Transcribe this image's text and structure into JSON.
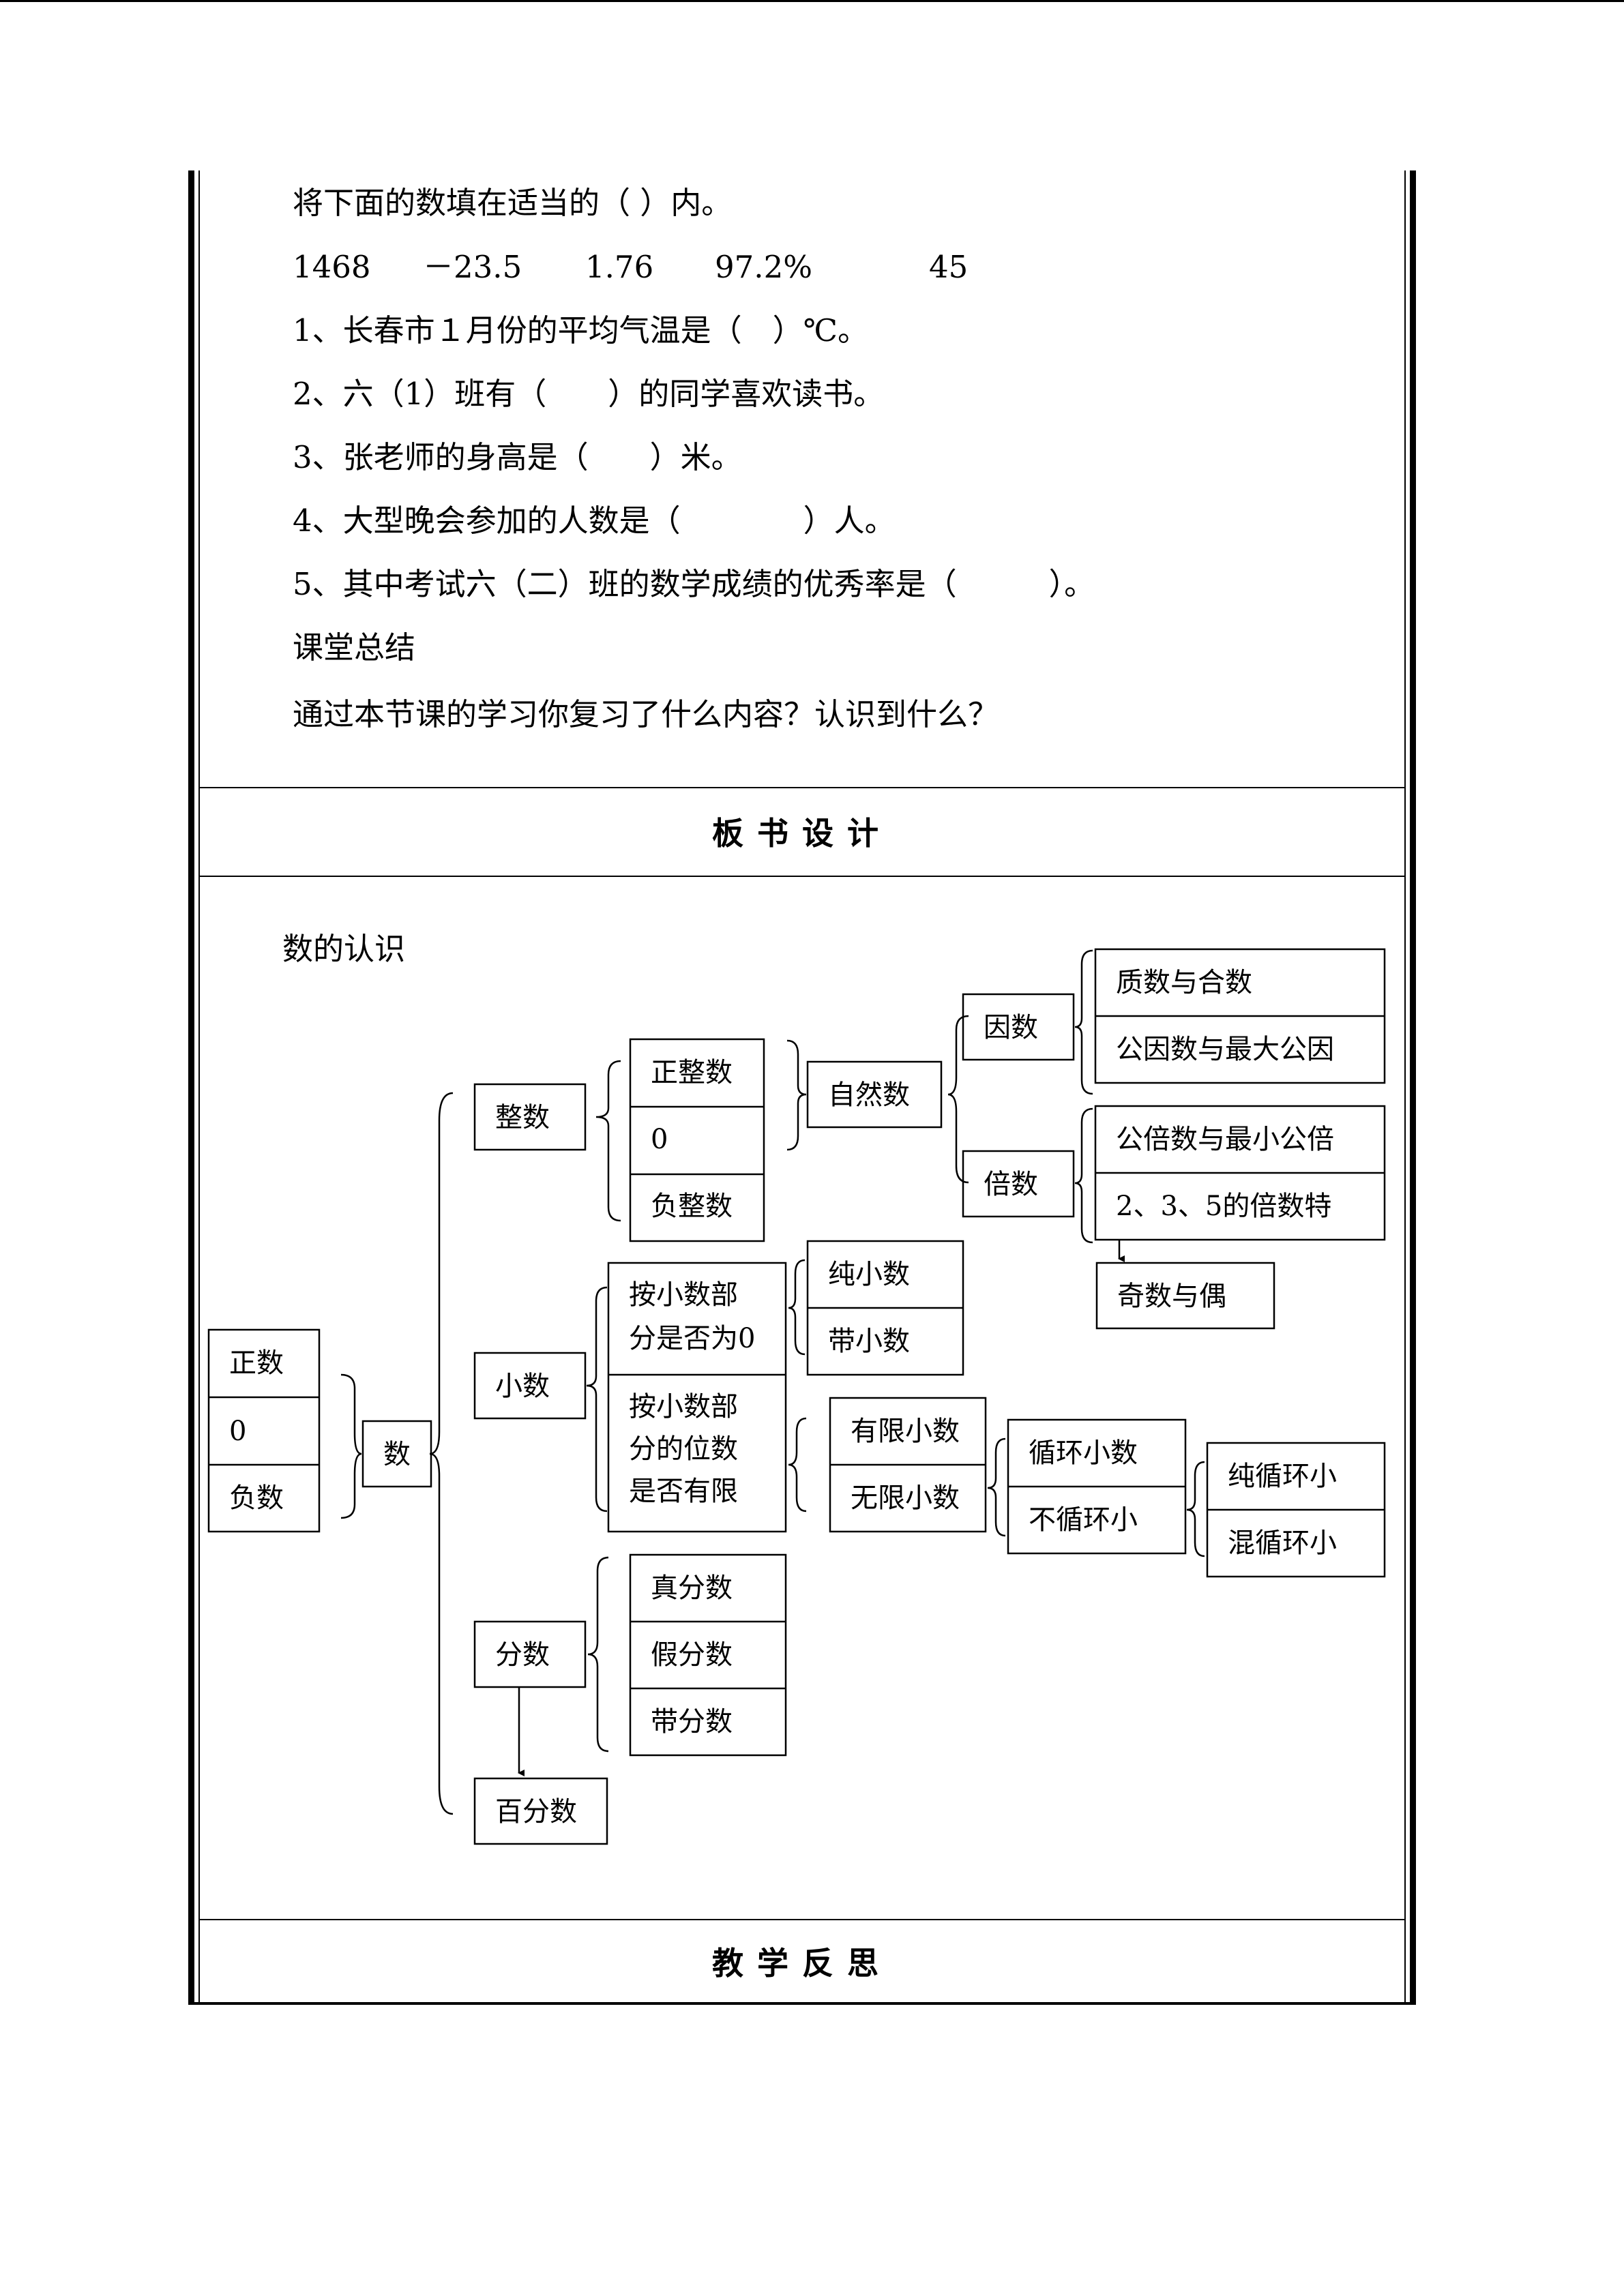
{
  "exercise": {
    "intro": "将下面的数填在适当的（ ）内。",
    "numbers": [
      "1468",
      "－23.5",
      "1.76",
      "97.2%",
      "45"
    ],
    "questions": [
      "1、长春市１月份的平均气温是（　）℃。",
      "2、六（1）班有（　　）的同学喜欢读书。",
      "3、张老师的身高是（　　）米。",
      "4、大型晚会参加的人数是（　　　　）人。",
      "5、其中考试六（二）班的数学成绩的优秀率是（　　　）。"
    ],
    "summary_title": "课堂总结",
    "summary_question": "通过本节课的学习你复习了什么内容？认识到什么？"
  },
  "board_design": {
    "heading": "板书设计",
    "title": "数的认识",
    "nodes": {
      "zhengshu_pos": "正数",
      "zero": "0",
      "fushu": "负数",
      "shu": "数",
      "zhengshu_int": "整数",
      "xiaoshu": "小数",
      "fenshu": "分数",
      "baifenshu": "百分数",
      "zhengzhengshu": "正整数",
      "int_zero": "0",
      "fuzhengshu": "负整数",
      "ziranshu": "自然数",
      "yinshu": "因数",
      "beishu": "倍数",
      "zhishu_heshu": "质数与合数",
      "gongyinshu": "公因数与最大公因",
      "gongbeishu": "公倍数与最小公倍",
      "beishu_tezheng": "2、3、5的倍数特",
      "jishu_oushu": "奇数与偶",
      "by_fraction_zero": [
        "按小数部",
        "分是否为0"
      ],
      "chunxiaoshu": "纯小数",
      "daixiaoshu": "带小数",
      "by_digits": [
        "按小数部",
        "分的位数",
        "是否有限"
      ],
      "youxian": "有限小数",
      "wuxian": "无限小数",
      "xunhuan": "循环小数",
      "buxunhuan": "不循环小",
      "chunxunhuan": "纯循环小",
      "hunxunhuan": "混循环小",
      "zhenfenshu": "真分数",
      "jiafenshu": "假分数",
      "daifenshu": "带分数"
    }
  },
  "reflection": {
    "heading": "教学反思"
  }
}
